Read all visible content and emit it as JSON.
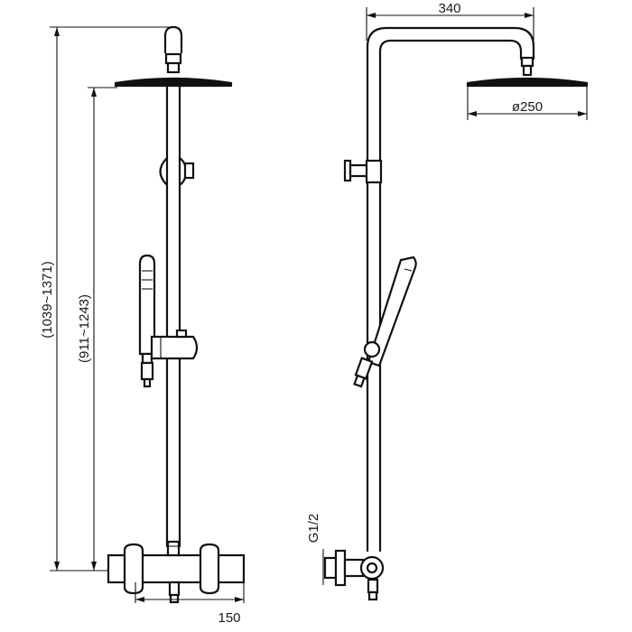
{
  "dimensions": {
    "total_height": "(1039~1371)",
    "head_height": "(911~1243)",
    "arm_length": "340",
    "head_diameter": "ø250",
    "inlet_spacing": "150",
    "inlet_thread": "G1/2"
  }
}
